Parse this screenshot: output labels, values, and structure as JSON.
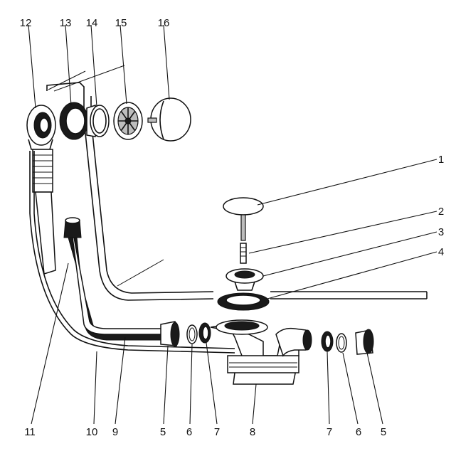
{
  "callouts": [
    {
      "id": "1",
      "text": "1"
    },
    {
      "id": "2",
      "text": "2"
    },
    {
      "id": "3",
      "text": "3"
    },
    {
      "id": "4",
      "text": "4"
    },
    {
      "id": "5a",
      "text": "5"
    },
    {
      "id": "6a",
      "text": "6"
    },
    {
      "id": "7a",
      "text": "7"
    },
    {
      "id": "8",
      "text": "8"
    },
    {
      "id": "7b",
      "text": "7"
    },
    {
      "id": "6b",
      "text": "6"
    },
    {
      "id": "5b",
      "text": "5"
    },
    {
      "id": "9",
      "text": "9"
    },
    {
      "id": "10",
      "text": "10"
    },
    {
      "id": "11",
      "text": "11"
    },
    {
      "id": "12",
      "text": "12"
    },
    {
      "id": "13",
      "text": "13"
    },
    {
      "id": "14",
      "text": "14"
    },
    {
      "id": "15",
      "text": "15"
    },
    {
      "id": "16",
      "text": "16"
    }
  ]
}
